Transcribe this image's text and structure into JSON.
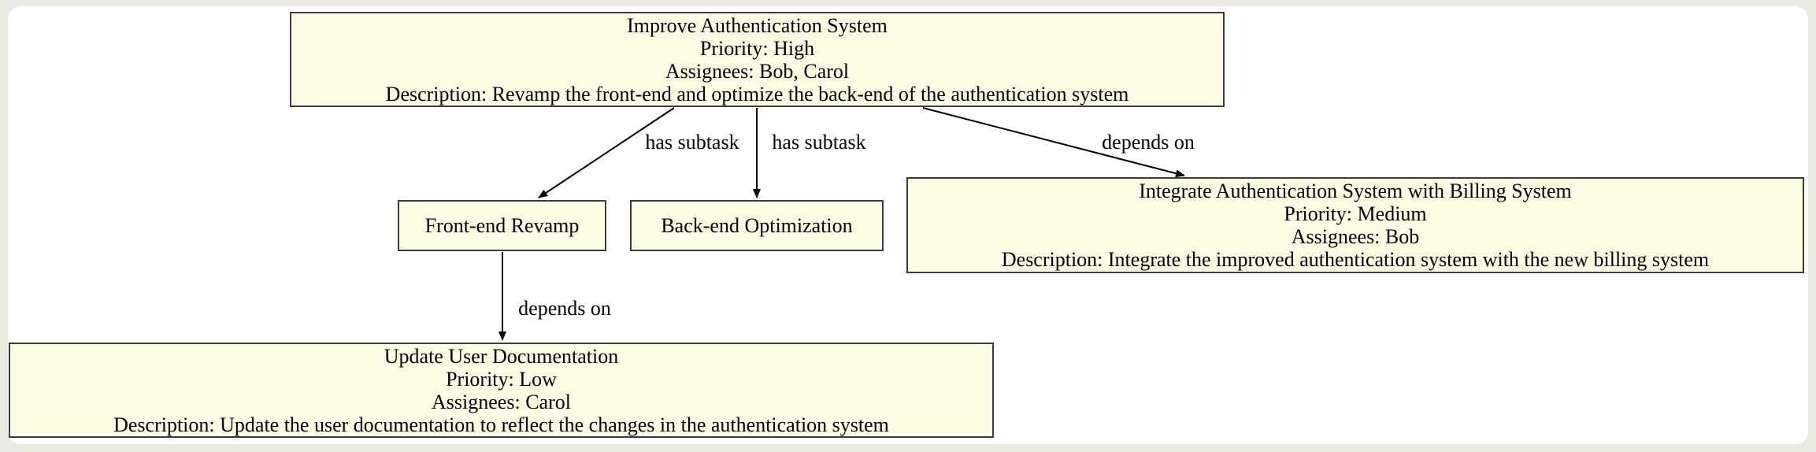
{
  "diagram": {
    "type": "task-dependency-graph",
    "colors": {
      "page_background": "#EBEAE0",
      "canvas_background": "#FFFFFF",
      "node_fill": "#FCFCE4",
      "node_border": "#3C3C3C",
      "edge": "#000000",
      "text": "#000000"
    },
    "nodes": {
      "improve_auth": {
        "title": "Improve Authentication System",
        "priority": "Priority: High",
        "assignees": "Assignees: Bob, Carol",
        "description": "Description: Revamp the front-end and optimize the back-end of the authentication system"
      },
      "frontend": {
        "title": "Front-end Revamp"
      },
      "backend": {
        "title": "Back-end Optimization"
      },
      "integrate": {
        "title": "Integrate Authentication System with Billing System",
        "priority": "Priority: Medium",
        "assignees": "Assignees: Bob",
        "description": "Description: Integrate the improved authentication system with the new billing system"
      },
      "update_docs": {
        "title": "Update User Documentation",
        "priority": "Priority: Low",
        "assignees": "Assignees: Carol",
        "description": "Description: Update the user documentation to reflect the changes in the authentication system"
      }
    },
    "edges": {
      "improve_to_frontend": {
        "label": "has subtask"
      },
      "improve_to_backend": {
        "label": "has subtask"
      },
      "improve_to_integrate": {
        "label": "depends on"
      },
      "frontend_to_update": {
        "label": "depends on"
      }
    }
  }
}
